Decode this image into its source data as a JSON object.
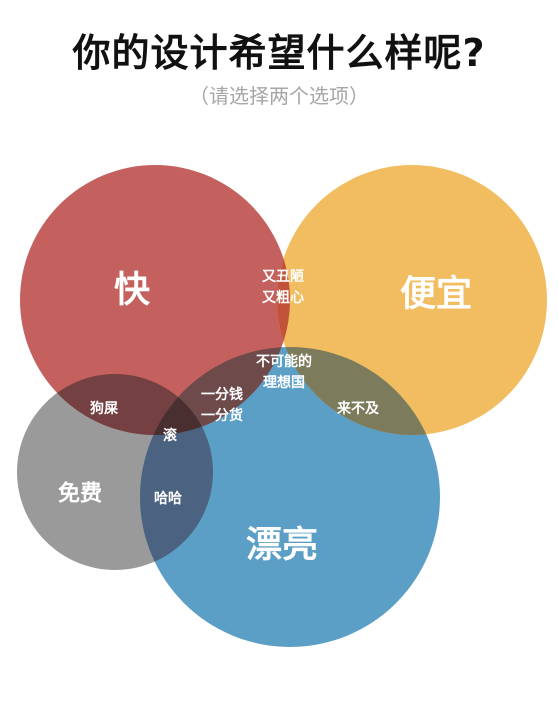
{
  "title": "你的设计希望什么样呢?",
  "subtitle": "（请选择两个选项）",
  "circles": {
    "fast": {
      "label": "快",
      "color": "#c0504d"
    },
    "cheap": {
      "label": "便宜",
      "color": "#f0b94c"
    },
    "pretty": {
      "label": "漂亮",
      "color": "#4a97c4"
    },
    "free": {
      "label": "免费",
      "color": "#9a9a9a"
    }
  },
  "intersections": {
    "fast_cheap": {
      "line1": "又丑陋",
      "line2": "又粗心"
    },
    "fast_cheap_pretty": {
      "line1": "不可能的",
      "line2": "理想国"
    },
    "fast_pretty": {
      "line1": "一分钱",
      "line2": "一分货"
    },
    "cheap_pretty": {
      "label": "来不及"
    },
    "fast_free": {
      "label": "狗屎"
    },
    "fast_free_pretty": {
      "label": "滚"
    },
    "free_pretty": {
      "label": "哈哈"
    }
  }
}
